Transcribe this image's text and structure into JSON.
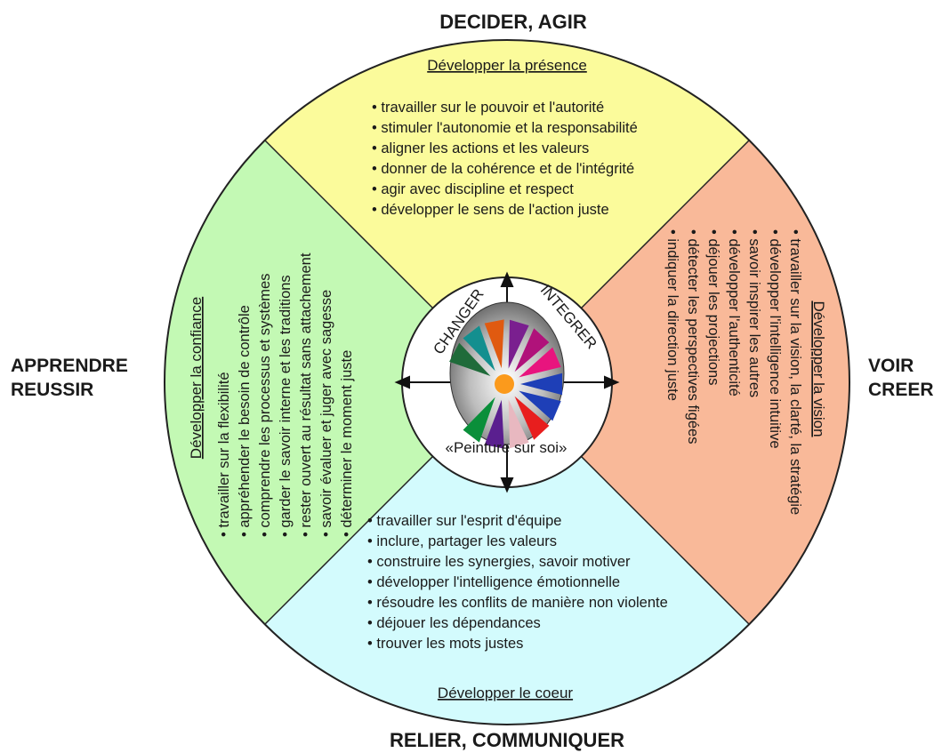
{
  "outer_labels": {
    "top": "DECIDER, AGIR",
    "bottom": "RELIER, COMMUNIQUER",
    "left_line1": "APPRENDRE",
    "left_line2": "REUSSIR",
    "right_line1": "VOIR",
    "right_line2": "CREER"
  },
  "colors": {
    "top": "#fbfb9b",
    "right": "#f9b999",
    "bottom": "#d3fbfd",
    "left": "#c3f9b4"
  },
  "sections": {
    "top": {
      "title": "Développer la présence",
      "items": [
        "• travailler sur le pouvoir et l'autorité",
        "• stimuler l'autonomie et la responsabilité",
        "• aligner les actions et les valeurs",
        "• donner de la cohérence et de l'intégrité",
        "• agir avec discipline et respect",
        "• développer le sens de l'action juste"
      ]
    },
    "right": {
      "title": "Développer la vision",
      "items": [
        "• travailler sur la vision, la clarté, la stratégie",
        "• développer l'intelligence intuitive",
        "• savoir inspirer les autres",
        "• développer l'authenticité",
        "• déjouer les projections",
        "• détecter les perspectives figées",
        "• indiquer la direction juste"
      ]
    },
    "bottom": {
      "title": "Développer le coeur",
      "items": [
        "• travailler sur l'esprit d'équipe",
        "• inclure, partager les valeurs",
        "• construire les synergies, savoir motiver",
        "• développer l'intelligence émotionnelle",
        "• résoudre les conflits de manière non violente",
        "• déjouer les dépendances",
        "• trouver les mots justes"
      ]
    },
    "left": {
      "title": "Développer la confiance",
      "items": [
        "• travailler sur la flexibilité",
        "• appréhender le besoin de contrôle",
        "• comprendre les processus et systèmes",
        "• garder le savoir interne et les traditions",
        "• rester ouvert au résultat sans attachement",
        "• savoir évaluer et juger avec sagesse",
        "• déterminer le moment juste"
      ]
    }
  },
  "center": {
    "left_word": "CHANGER",
    "right_word": "INTEGRER",
    "bottom_label": "«Peinture sur soi»"
  }
}
